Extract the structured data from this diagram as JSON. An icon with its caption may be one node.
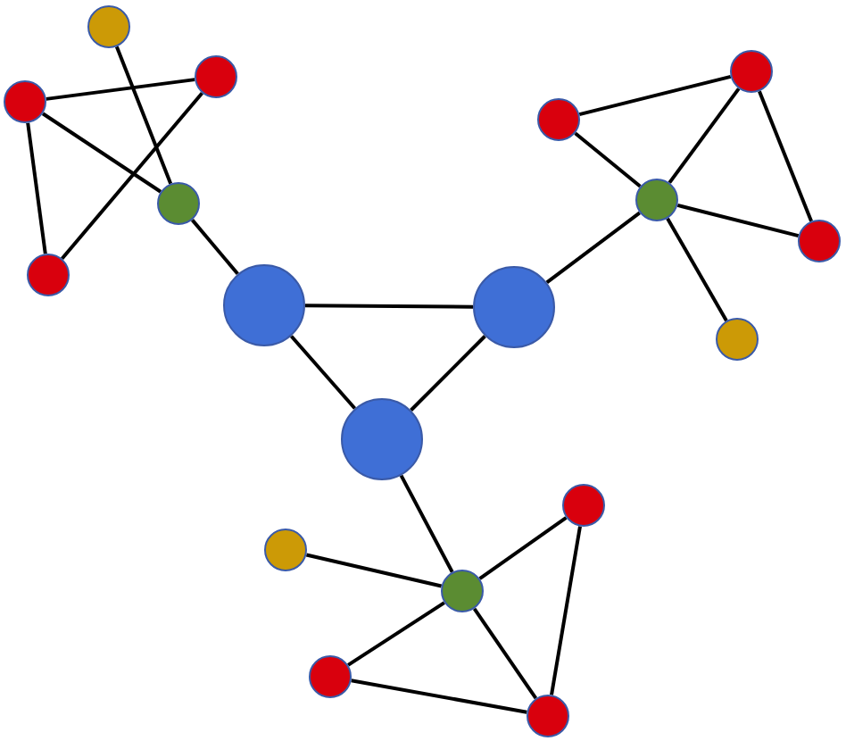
{
  "diagram": {
    "nodes": [
      {
        "text": [],
        "shape": "circle"
      },
      {
        "text": [],
        "shape": "circle"
      },
      {
        "text": [],
        "shape": "circle"
      },
      {
        "text": [],
        "shape": "circle"
      },
      {
        "text": [],
        "shape": "circle"
      },
      {
        "text": [],
        "shape": "circle"
      },
      {
        "text": [],
        "shape": "circle"
      },
      {
        "text": [],
        "shape": "circle"
      },
      {
        "text": [],
        "shape": "circle"
      },
      {
        "text": [],
        "shape": "circle"
      },
      {
        "text": [],
        "shape": "circle"
      },
      {
        "text": [],
        "shape": "circle"
      },
      {
        "text": [],
        "shape": "circle"
      },
      {
        "text": [],
        "shape": "circle"
      },
      {
        "text": [],
        "shape": "circle"
      },
      {
        "text": [],
        "shape": "circle"
      },
      {
        "text": [],
        "shape": "circle"
      },
      {
        "text": [],
        "shape": "circle"
      }
    ],
    "edges": [
      {
        "from": 3,
        "to": 1,
        "arrow": "none"
      },
      {
        "from": 3,
        "to": 6,
        "arrow": "none"
      },
      {
        "from": 0,
        "to": 6,
        "arrow": "none"
      },
      {
        "from": 1,
        "to": 8,
        "arrow": "none"
      },
      {
        "from": 3,
        "to": 8,
        "arrow": "none"
      },
      {
        "from": 6,
        "to": 9,
        "arrow": "none"
      },
      {
        "from": 4,
        "to": 2,
        "arrow": "none"
      },
      {
        "from": 2,
        "to": 5,
        "arrow": "none"
      },
      {
        "from": 2,
        "to": 7,
        "arrow": "none"
      },
      {
        "from": 5,
        "to": 4,
        "arrow": "none"
      },
      {
        "from": 5,
        "to": 7,
        "arrow": "none"
      },
      {
        "from": 5,
        "to": 11,
        "arrow": "none"
      },
      {
        "from": 5,
        "to": 10,
        "arrow": "none"
      },
      {
        "from": 9,
        "to": 10,
        "arrow": "none"
      },
      {
        "from": 9,
        "to": 12,
        "arrow": "none"
      },
      {
        "from": 10,
        "to": 12,
        "arrow": "none"
      },
      {
        "from": 12,
        "to": 15,
        "arrow": "none"
      },
      {
        "from": 14,
        "to": 15,
        "arrow": "none"
      },
      {
        "from": 15,
        "to": 13,
        "arrow": "none"
      },
      {
        "from": 13,
        "to": 17,
        "arrow": "none"
      },
      {
        "from": 16,
        "to": 17,
        "arrow": "none"
      },
      {
        "from": 15,
        "to": 16,
        "arrow": "none"
      },
      {
        "from": 15,
        "to": 17,
        "arrow": "none"
      }
    ]
  }
}
